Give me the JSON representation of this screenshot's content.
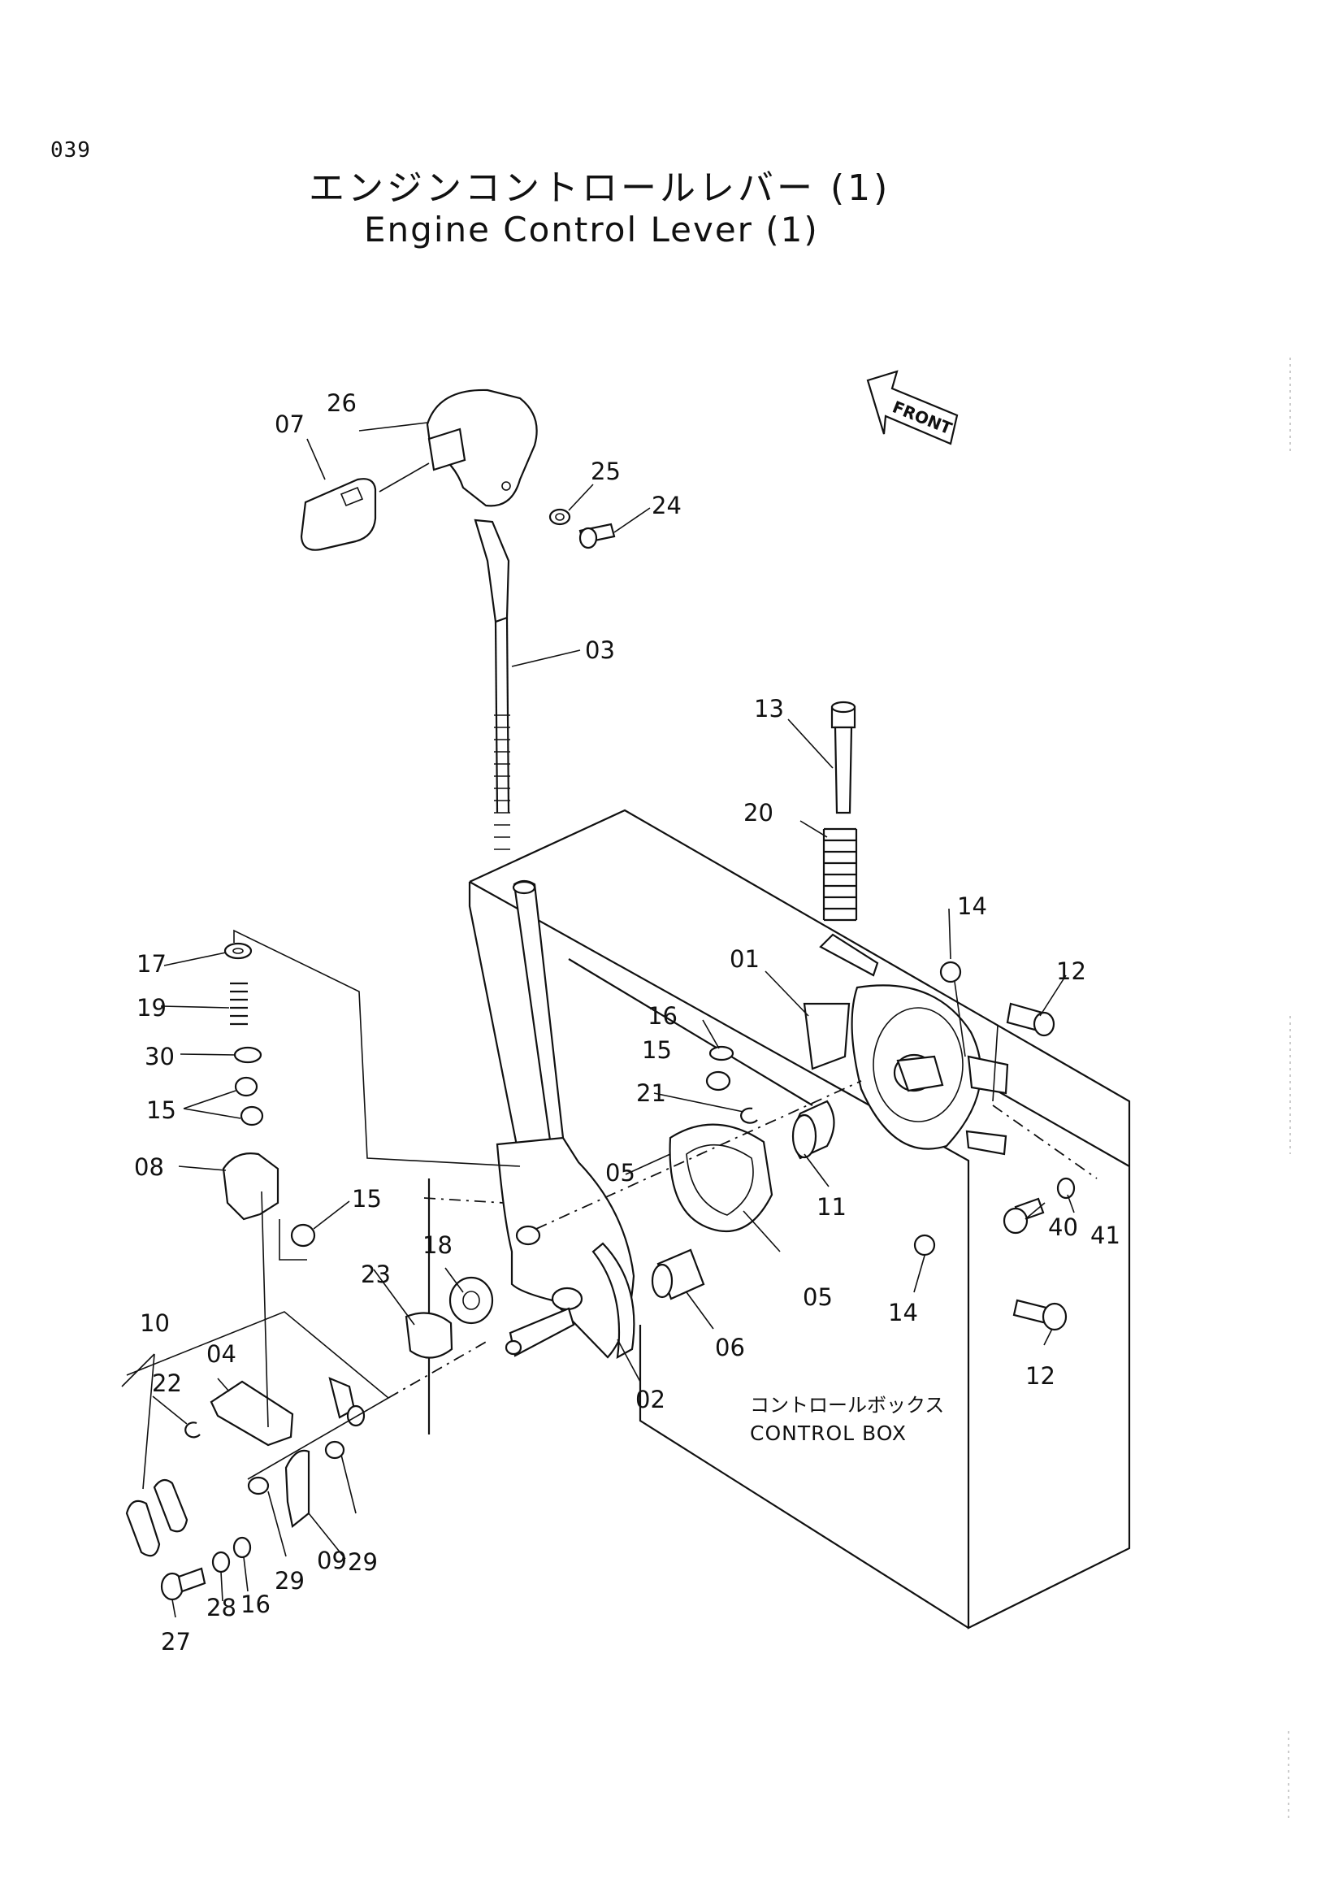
{
  "page_number": "039",
  "title_jp": "エンジンコントロールレバー (1)",
  "title_en": "Engine Control Lever (1)",
  "front_label": "FRONT",
  "box_label_jp": "コントロールボックス",
  "box_label_en": "CONTROL BOX",
  "part_numbers": {
    "n01": "01",
    "n02": "02",
    "n03": "03",
    "n04": "04",
    "n05a": "05",
    "n05b": "05",
    "n06": "06",
    "n07": "07",
    "n08": "08",
    "n09": "09",
    "n10": "10",
    "n11": "11",
    "n12a": "12",
    "n12b": "12",
    "n13": "13",
    "n14a": "14",
    "n14b": "14",
    "n15a": "15",
    "n15b": "15",
    "n15c": "15",
    "n16a": "16",
    "n16b": "16",
    "n17": "17",
    "n18": "18",
    "n19": "19",
    "n20": "20",
    "n21": "21",
    "n22": "22",
    "n23": "23",
    "n24": "24",
    "n25": "25",
    "n26": "26",
    "n27": "27",
    "n28": "28",
    "n29a": "29",
    "n29b": "29",
    "n30": "30",
    "n40": "40",
    "n41": "41"
  }
}
